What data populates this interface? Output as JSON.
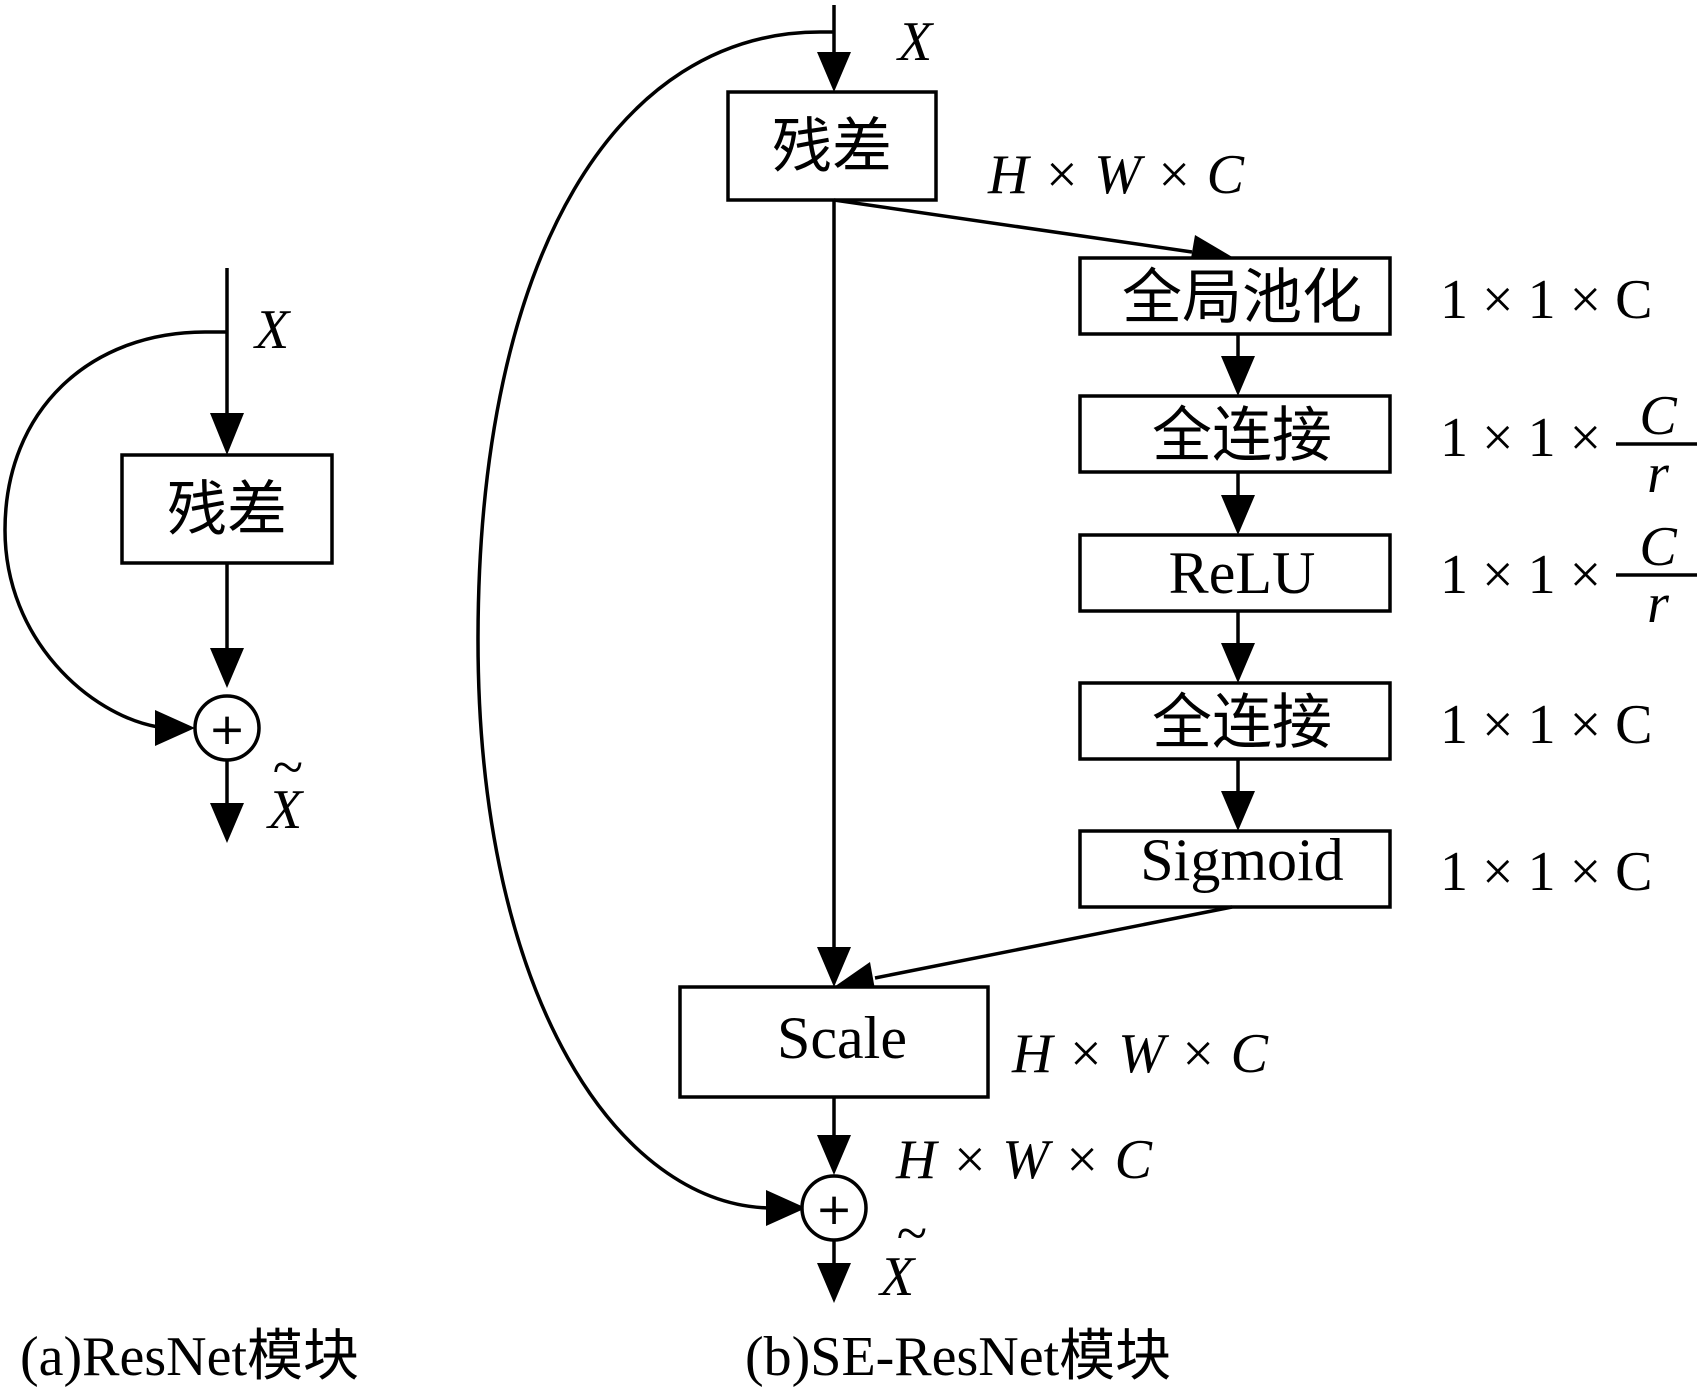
{
  "panel_a": {
    "input_label": "X",
    "residual_label": "残差",
    "sum_symbol": "+",
    "output_label": "X",
    "output_tilde": "~",
    "caption": "(a)ResNet模块"
  },
  "panel_b": {
    "input_label": "X",
    "residual_label": "残差",
    "residual_dim": "H × W × C",
    "blocks": [
      {
        "label": "全局池化",
        "dim": "1 × 1 × C"
      },
      {
        "label": "全连接",
        "dim_prefix": "1 × 1 × ",
        "dim_num": "C",
        "dim_den": "r"
      },
      {
        "label": "ReLU",
        "dim_prefix": "1 × 1 × ",
        "dim_num": "C",
        "dim_den": "r"
      },
      {
        "label": "全连接",
        "dim": "1 × 1 × C"
      },
      {
        "label": "Sigmoid",
        "dim": "1 × 1 × C"
      }
    ],
    "scale_label": "Scale",
    "scale_dim": "H × W × C",
    "sum_dim": "H × W × C",
    "sum_symbol": "+",
    "output_label": "X",
    "output_tilde": "~",
    "caption": "(b)SE-ResNet模块"
  }
}
